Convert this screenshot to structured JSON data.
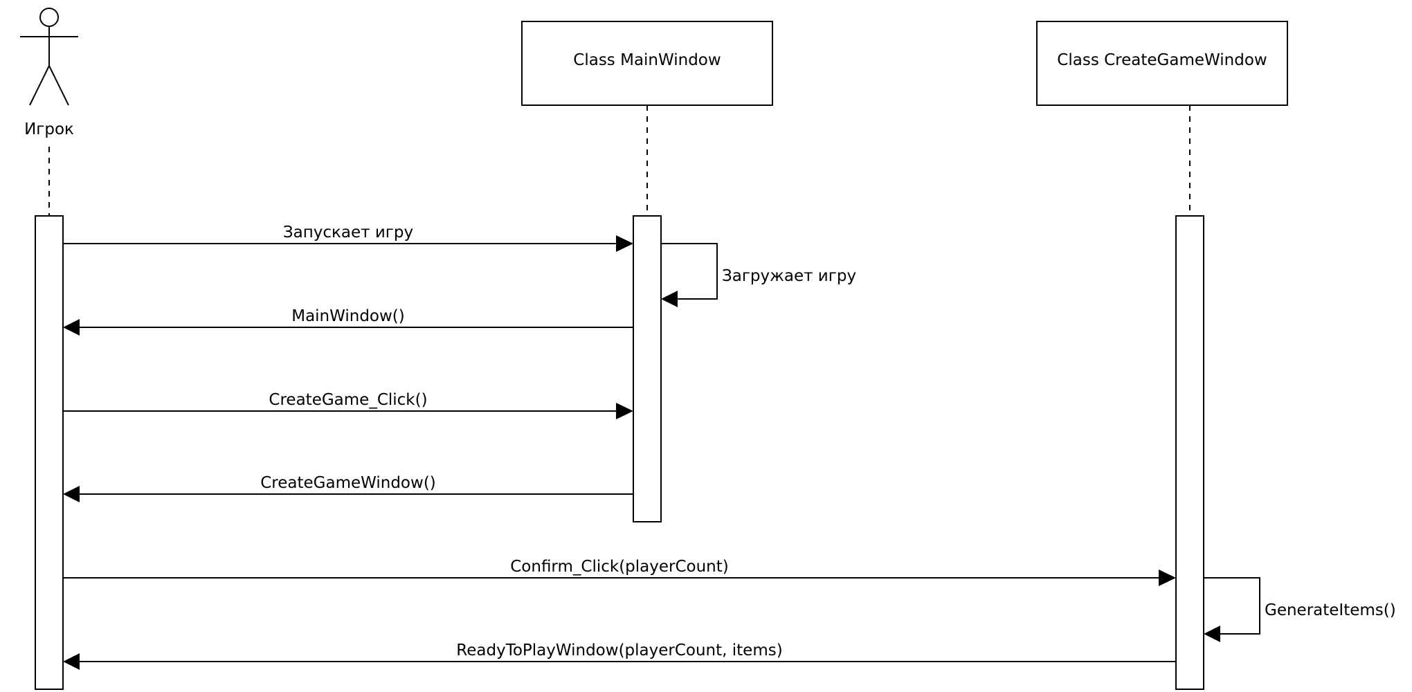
{
  "actor": {
    "label": "Игрок"
  },
  "classes": [
    {
      "label": "Class MainWindow"
    },
    {
      "label": "Class CreateGameWindow"
    }
  ],
  "messages": [
    {
      "label": "Запускает игру",
      "kind": "call"
    },
    {
      "label": "Загружает игру",
      "kind": "self"
    },
    {
      "label": "MainWindow()",
      "kind": "return"
    },
    {
      "label": "CreateGame_Click()",
      "kind": "call"
    },
    {
      "label": "CreateGameWindow()",
      "kind": "return"
    },
    {
      "label": "Confirm_Click(playerCount)",
      "kind": "call"
    },
    {
      "label": "GenerateItems()",
      "kind": "self"
    },
    {
      "label": "ReadyToPlayWindow(playerCount, items)",
      "kind": "return"
    }
  ],
  "colors": {
    "line": "#000000",
    "background": "#ffffff"
  }
}
